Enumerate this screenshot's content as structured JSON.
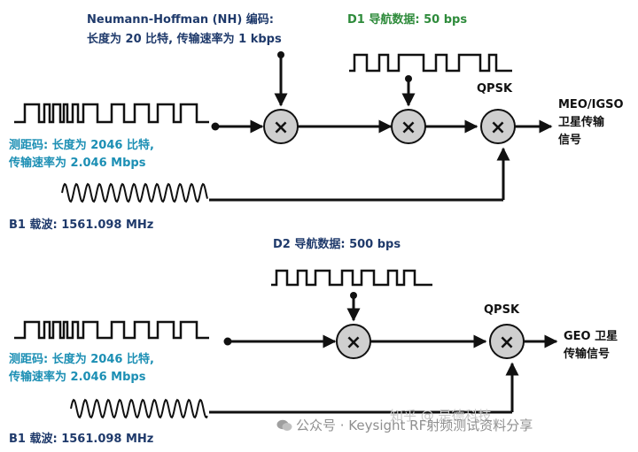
{
  "top": {
    "nh_title": "Neumann-Hoffman (NH) 编码:",
    "nh_desc": "长度为 20 比特, 传输速率为 1 kbps",
    "d1_label": "D1 导航数据: 50 bps",
    "qpsk_label": "QPSK",
    "output_line1": "MEO/IGSO",
    "output_line2": "卫星传输",
    "output_line3": "信号",
    "ranging_line1": "测距码: 长度为 2046 比特,",
    "ranging_line2": "传输速率为 2.046 Mbps",
    "carrier_label": "B1 载波: 1561.098 MHz"
  },
  "bottom": {
    "d2_label": "D2 导航数据: 500 bps",
    "qpsk_label": "QPSK",
    "output_line1": "GEO 卫星",
    "output_line2": "传输信号",
    "ranging_line1": "测距码: 长度为 2046 比特,",
    "ranging_line2": "传输速率为 2.046 Mbps",
    "carrier_label": "B1 载波: 1561.098 MHz"
  },
  "multiplier_symbol": "×",
  "watermark": "公众号 · Keysight RF射频测试资料分享",
  "watermark_overlay": "知乎 @ 是德科技",
  "colors": {
    "navy": "#1f3a6b",
    "teal": "#1c8fb4",
    "green": "#2e8b3b",
    "circle_fill": "#cfcfcf"
  }
}
